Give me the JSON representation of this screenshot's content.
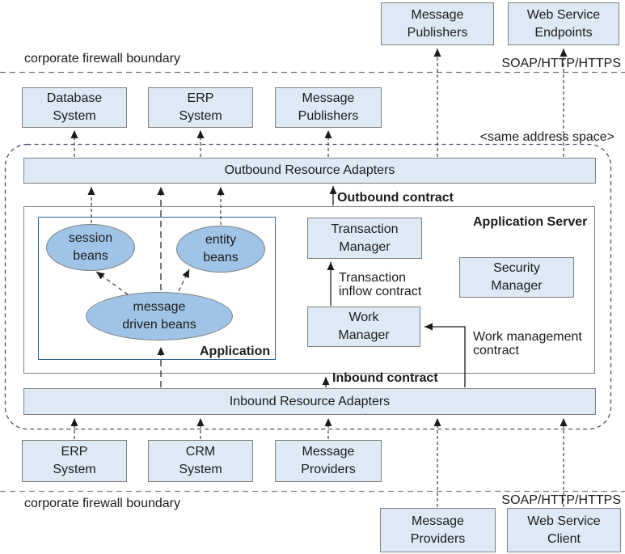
{
  "diagram": {
    "nodes": {
      "msg_publishers_top": "Message\nPublishers",
      "web_service_endpoints": "Web Service\nEndpoints",
      "database_system": "Database\nSystem",
      "erp_system_top": "ERP\nSystem",
      "msg_publishers_mid": "Message\nPublishers",
      "outbound_adapters": "Outbound Resource Adapters",
      "session_beans": "session\nbeans",
      "entity_beans": "entity\nbeans",
      "message_driven_beans": "message\ndriven beans",
      "transaction_manager": "Transaction\nManager",
      "security_manager": "Security\nManager",
      "work_manager": "Work\nManager",
      "inbound_adapters": "Inbound Resource Adapters",
      "erp_system_bottom": "ERP\nSystem",
      "crm_system": "CRM\nSystem",
      "msg_providers_mid": "Message\nProviders",
      "msg_providers_bottom": "Message\nProviders",
      "web_service_client": "Web Service\nClient"
    },
    "labels": {
      "firewall_top": "corporate firewall boundary",
      "firewall_bottom": "corporate firewall boundary",
      "soap_top": "SOAP/HTTP/HTTPS",
      "soap_bottom": "SOAP/HTTP/HTTPS",
      "same_address_space": "<same address space>",
      "outbound_contract": "Outbound contract",
      "inbound_contract": "Inbound contract",
      "application": "Application",
      "application_server": "Application Server",
      "transaction_inflow_contract": "Transaction\ninflow contract",
      "work_management_contract": "Work management\ncontract"
    },
    "colors": {
      "node_fill": "#dde9f5",
      "node_border": "#7f7f7f",
      "bean_fill": "#9fc4e7",
      "application_box_border": "#31679b",
      "address_space_dash": "#44546a",
      "firewall_dash": "#7f7f7f",
      "connector": "#3f3f3f"
    }
  }
}
